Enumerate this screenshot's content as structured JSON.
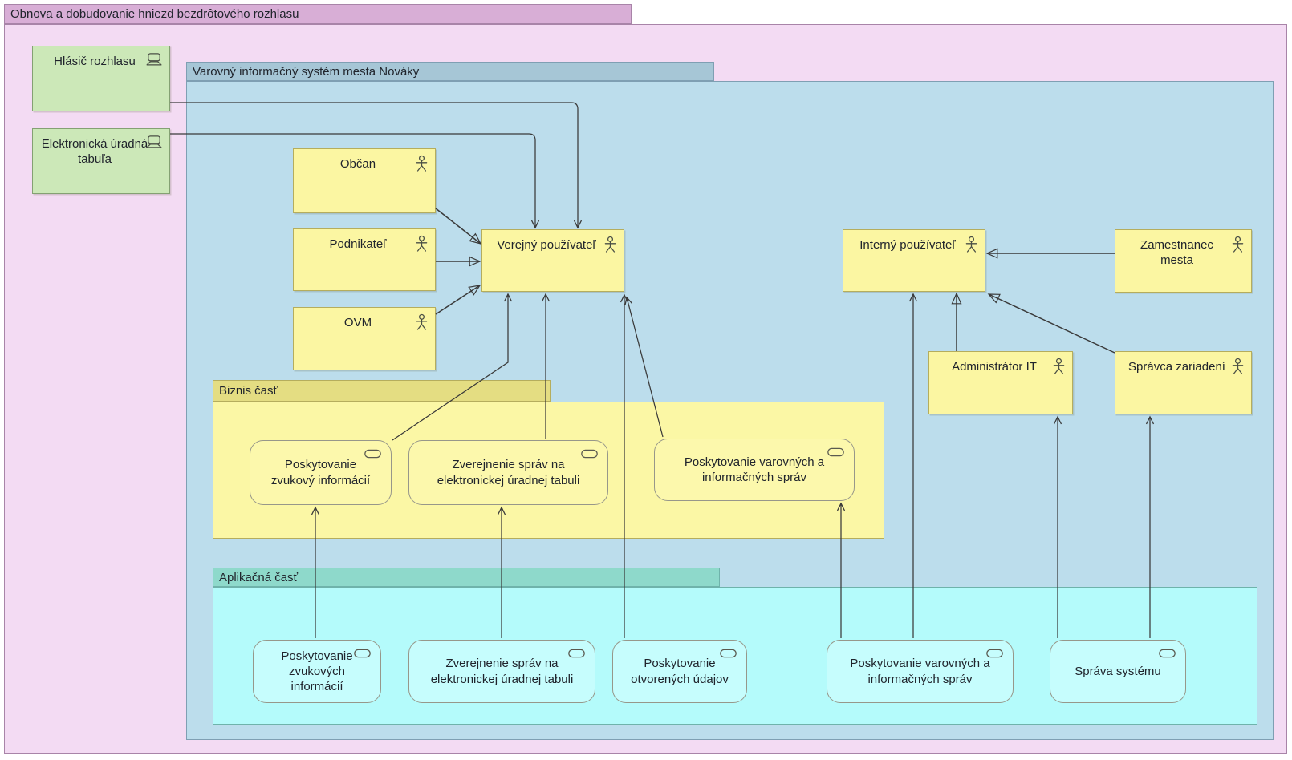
{
  "outer_group": {
    "title": "Obnova a dobudovanie hniezd bezdrôtového rozhlasu"
  },
  "system_group": {
    "title": "Varovný informačný systém mesta Nováky"
  },
  "devices": [
    {
      "label": "Hlásič rozhlasu"
    },
    {
      "label": "Elektronická úradná tabuľa"
    }
  ],
  "actors": [
    {
      "label": "Občan"
    },
    {
      "label": "Podnikateľ"
    },
    {
      "label": "OVM"
    },
    {
      "label": "Verejný používateľ"
    },
    {
      "label": "Interný používateľ"
    },
    {
      "label": "Zamestnanec mesta"
    },
    {
      "label": "Administrátor IT"
    },
    {
      "label": "Správca zariadení"
    }
  ],
  "business_group": {
    "title": "Biznis časť",
    "services": [
      {
        "label": "Poskytovanie zvukový informácií"
      },
      {
        "label": "Zverejnenie správ na elektronickej úradnej tabuli"
      },
      {
        "label": "Poskytovanie varovných a informačných správ"
      }
    ]
  },
  "application_group": {
    "title": "Aplikačná časť",
    "services": [
      {
        "label": "Poskytovanie zvukových informácií"
      },
      {
        "label": "Zverejnenie správ na elektronickej úradnej tabuli"
      },
      {
        "label": "Poskytovanie otvorených údajov"
      },
      {
        "label": "Poskytovanie varovných a informačných správ"
      },
      {
        "label": "Správa systému"
      }
    ]
  },
  "icons": {
    "actor": "stick-figure",
    "device": "screen-on-stand",
    "service": "stadium-oval"
  },
  "colors": {
    "outer_tab": "#d8aed6",
    "outer_body": "#f3dbf3",
    "outer_border": "#a884a8",
    "system_tab": "#a6c6d6",
    "system_body": "#bcddec",
    "system_border": "#7f9fb3",
    "device_fill": "#cce8b8",
    "device_border": "#84a173",
    "actor_fill": "#fbf6a2",
    "actor_border": "#b5ad5d",
    "business_tab": "#e4dd82",
    "business_body": "#fbf7a5",
    "business_border": "#b5ad5d",
    "app_tab": "#8ed9cb",
    "app_body": "#b4fbfb",
    "app_border": "#6fb3ab",
    "service_yellow_fill": "#fcf8ac",
    "service_cyan_fill": "#c6fdfd",
    "service_border": "#97978a",
    "line": "#3a3a3a",
    "text": "#20242c"
  }
}
